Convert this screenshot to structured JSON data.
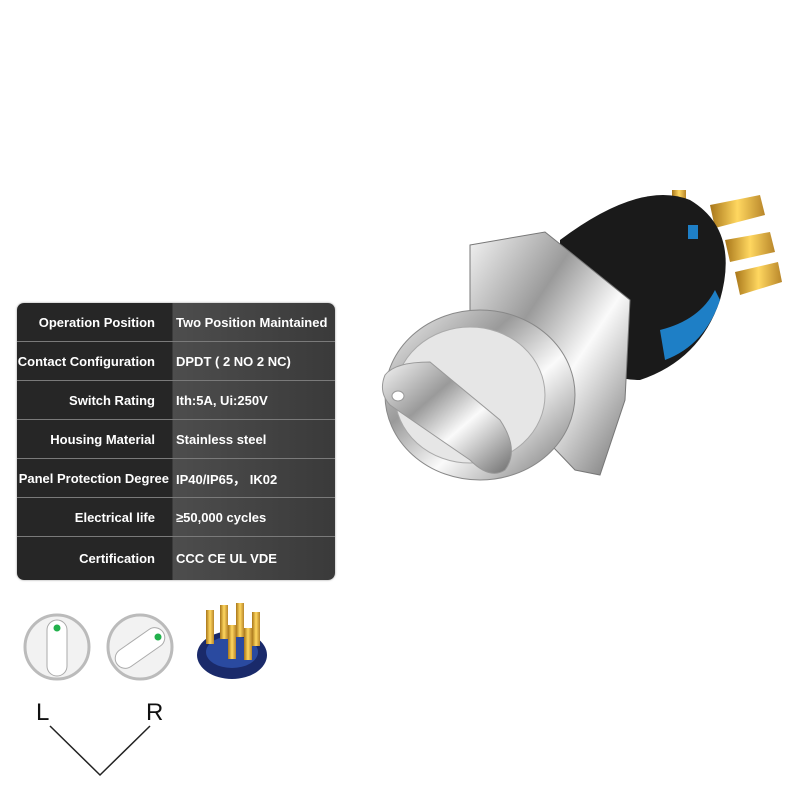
{
  "specs": [
    {
      "label": "Operation Position",
      "value": "Two Position  Maintained"
    },
    {
      "label": "Contact Configuration",
      "value": "DPDT ( 2 NO 2 NC)"
    },
    {
      "label": "Switch Rating",
      "value": "Ith:5A, Ui:250V"
    },
    {
      "label": "Housing Material",
      "value": "Stainless steel"
    },
    {
      "label": "Panel Protection Degree",
      "value": "IP40/IP65， IK02"
    },
    {
      "label": "Electrical life",
      "value": "≥50,000 cycles"
    },
    {
      "label": "Certification",
      "value": "CCC CE UL VDE"
    }
  ],
  "positions": {
    "left": "L",
    "right": "R"
  },
  "colors": {
    "indicator": "#22b14c",
    "terminal": "#d9a520",
    "body": "#1a1a1a",
    "accent_blue": "#1e7fc6"
  }
}
